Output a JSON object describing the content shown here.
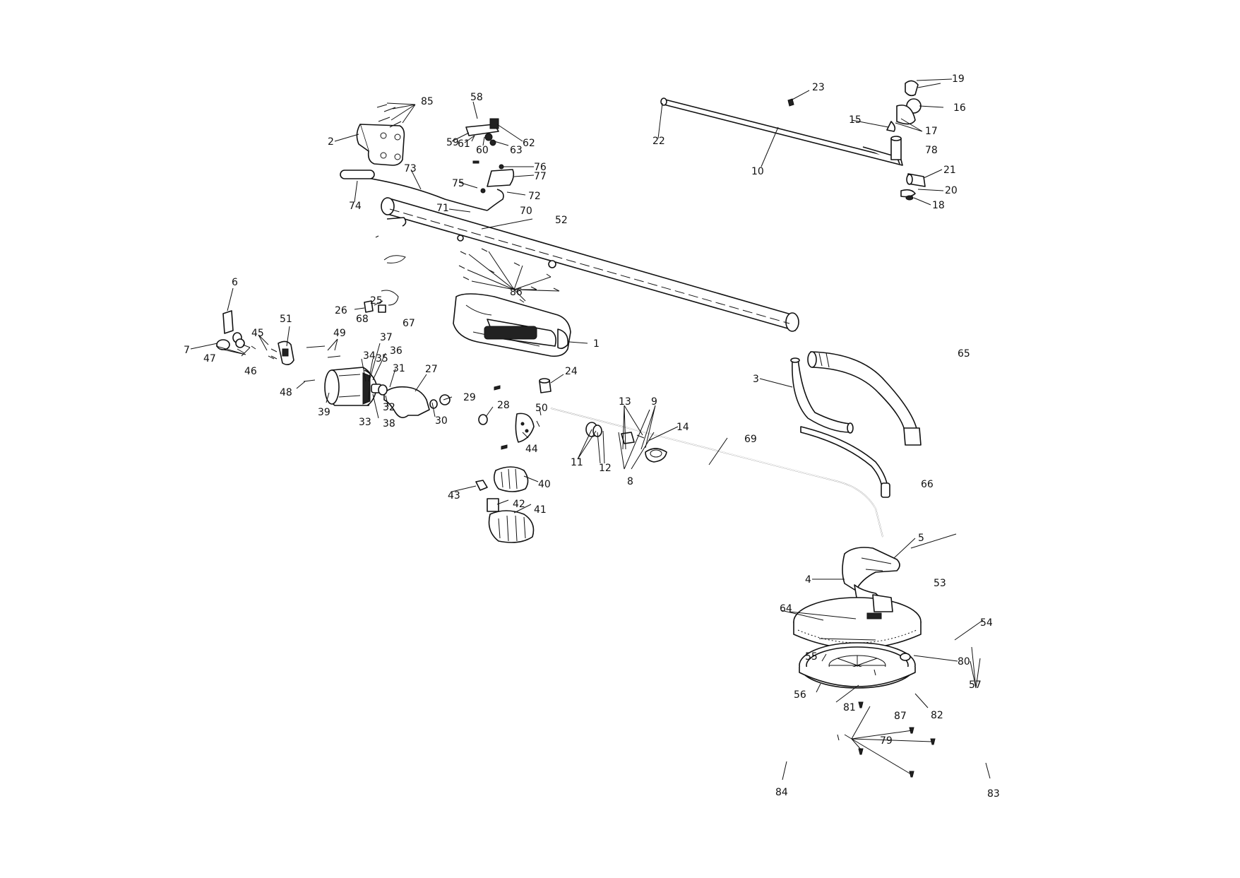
{
  "diagram": {
    "callouts": [
      "1",
      "2",
      "3",
      "4",
      "5",
      "6",
      "7",
      "8",
      "9",
      "10",
      "11",
      "12",
      "13",
      "14",
      "15",
      "16",
      "17",
      "18",
      "19",
      "20",
      "21",
      "22",
      "23",
      "24",
      "25",
      "26",
      "27",
      "28",
      "29",
      "30",
      "31",
      "32",
      "33",
      "34",
      "35",
      "36",
      "37",
      "38",
      "39",
      "40",
      "41",
      "42",
      "43",
      "44",
      "45",
      "46",
      "47",
      "48",
      "49",
      "50",
      "51",
      "52",
      "53",
      "54",
      "55",
      "56",
      "57",
      "58",
      "59",
      "60",
      "61",
      "62",
      "63",
      "64",
      "65",
      "66",
      "67",
      "68",
      "69",
      "70",
      "71",
      "72",
      "73",
      "74",
      "75",
      "76",
      "77",
      "78",
      "79",
      "80",
      "81",
      "82",
      "83",
      "84",
      "85",
      "86",
      "87"
    ]
  }
}
